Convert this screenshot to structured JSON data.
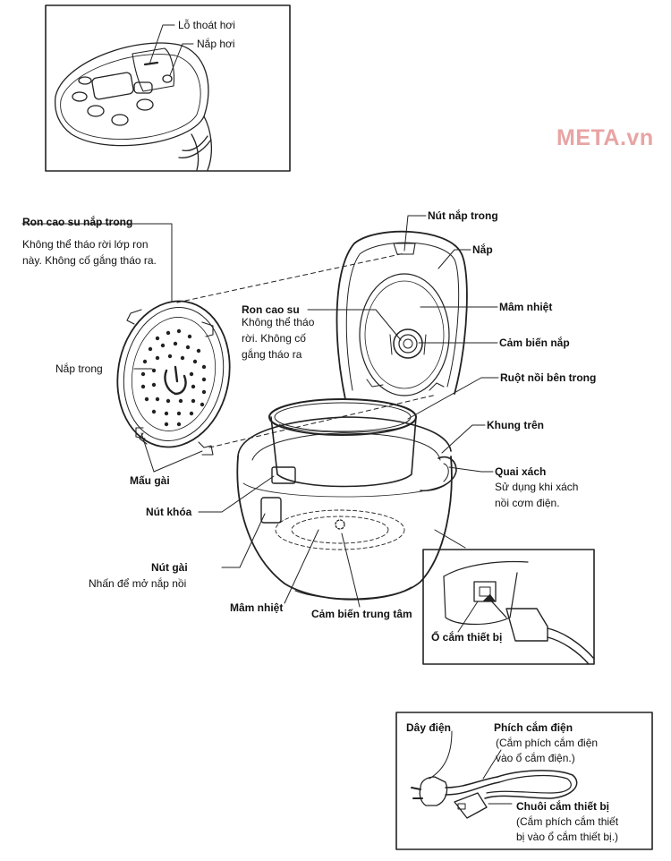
{
  "brand": "META.vn",
  "inset_top": {
    "steam_vent": "Lỗ thoát hơi",
    "steam_cap": "Nắp hơi"
  },
  "labels": {
    "inner_lid_gasket": "Ron cao su nắp trong",
    "inner_lid_gasket_note": "Không thể tháo rời lớp ron này. Không cố gắng tháo ra.",
    "inner_lid": "Nắp trong",
    "latch_tabs": "Mấu gài",
    "lid_gasket": "Ron cao su",
    "lid_gasket_note": "Không thể tháo rời. Không cố gắng tháo ra",
    "inner_lid_button": "Nút nắp trong",
    "lid": "Nắp",
    "lid_heat_plate": "Mâm nhiệt",
    "lid_sensor": "Cảm biến nắp",
    "inner_pot": "Ruột nồi bên trong",
    "upper_frame": "Khung trên",
    "handle": "Quai xách",
    "handle_note": "Sử dụng khi xách nồi cơm điện.",
    "lock_button": "Nút khóa",
    "release_button": "Nút gài",
    "release_button_note": "Nhấn để mở nắp nồi",
    "heat_plate": "Mâm nhiệt",
    "center_sensor": "Cảm biến trung tâm",
    "appliance_socket": "Ổ cắm thiết bị"
  },
  "cord_box": {
    "power_cord": "Dây điện",
    "plug": "Phích cắm điện",
    "plug_note_1": "(Cắm phích cắm điện",
    "plug_note_2": "vào ổ cắm điện.)",
    "appliance_plug": "Chuôi cắm thiết bị",
    "appliance_plug_note_1": "(Cắm phích cắm thiết",
    "appliance_plug_note_2": "bị vào ổ cắm thiết bị.)"
  }
}
